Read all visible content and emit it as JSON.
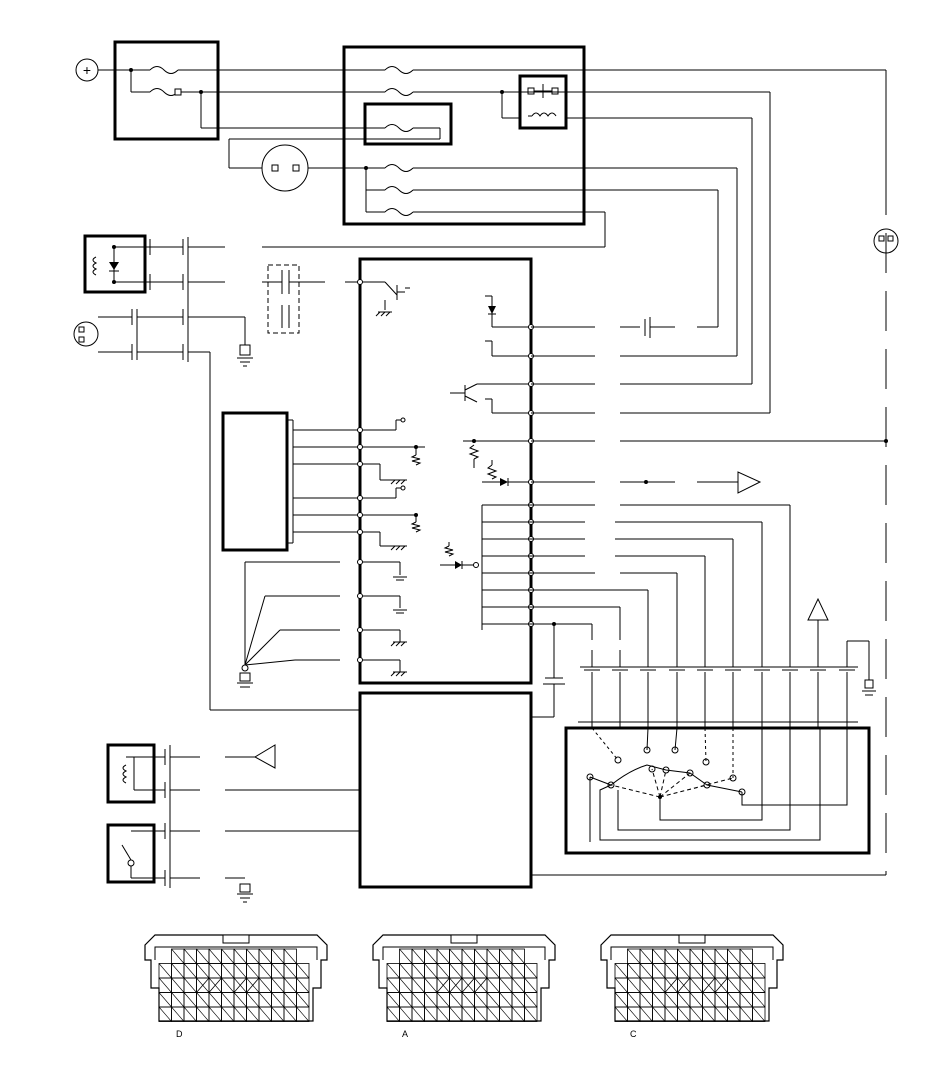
{
  "labels": {
    "power_symbol": "+",
    "connector_d": "D",
    "connector_a": "A",
    "connector_c": "C"
  },
  "colors": {
    "line": "#000000",
    "background": "#ffffff",
    "dashed": "#000000"
  },
  "icons": [
    "battery-plus-icon",
    "fuse-icon",
    "relay-icon",
    "lamp-icon",
    "diode-icon",
    "transistor-icon",
    "ground-icon",
    "resistor-icon",
    "capacitor-icon",
    "pin-connector-icon",
    "arrow-triangle-icon",
    "switch-icon",
    "coil-icon",
    "connector-face-icon"
  ]
}
